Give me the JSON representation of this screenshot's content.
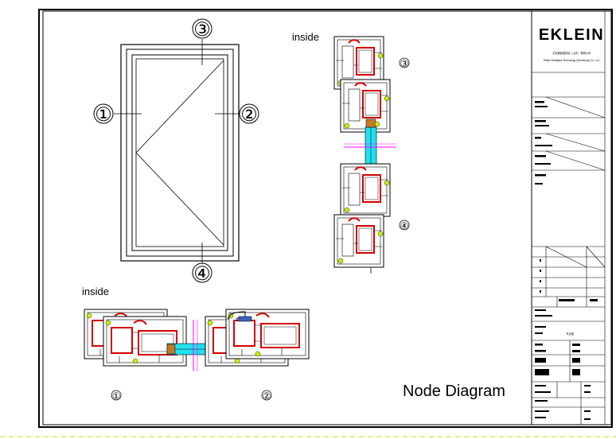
{
  "drawing": {
    "title": "Node Diagram",
    "inside_label_top": "inside",
    "inside_label_bottom": "inside"
  },
  "callouts": {
    "left": "①",
    "right": "②",
    "top": "③",
    "bottom": "④"
  },
  "section_marks": {
    "vertical_top": "③",
    "vertical_bottom": "④",
    "horizontal_left": "①",
    "horizontal_right": "②"
  },
  "title_block": {
    "brand": "EKLEIN",
    "company_cn": "艾克雷智能科技（山东）有限公司",
    "company_en": "Eklein Intelligent Technology (Shandong) Co., Ltd",
    "field_drawing_name": "节点图"
  },
  "colors": {
    "line": "#000000",
    "gasket": "#d40000",
    "glass": "#22e0f0",
    "axis": "#ff00ff",
    "seal": "#c8f000",
    "wood": "#c07a2a"
  }
}
